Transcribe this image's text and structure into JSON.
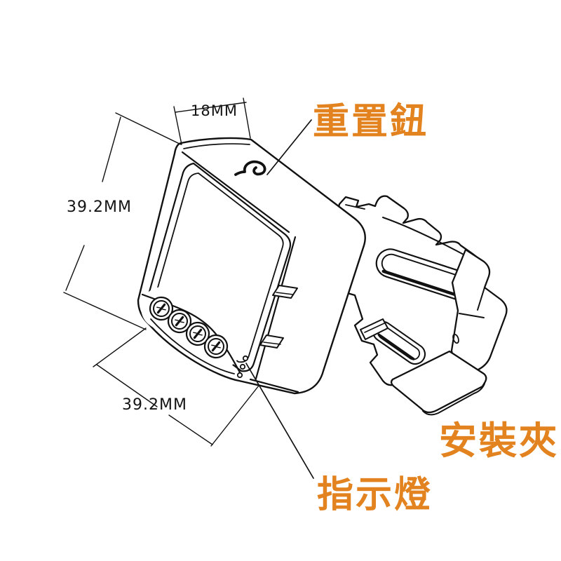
{
  "figure": {
    "type": "technical-illustration",
    "background": "#ffffff"
  },
  "colors": {
    "label_orange": "#E2831F",
    "line_black": "#111111",
    "background": "#ffffff"
  },
  "dimensions": {
    "top_width": "18MM",
    "left_height": "39.2MM",
    "bottom_width": "39.2MM"
  },
  "labels": {
    "reset_button": "重置鈕",
    "indicator_light": "指示燈",
    "mounting_clip": "安裝夾"
  },
  "icons": {
    "reset_symbol": "curved-reset-arrow",
    "screw_terminal": "concentric-screw-head",
    "indicator_leds": "three-dot-row"
  }
}
